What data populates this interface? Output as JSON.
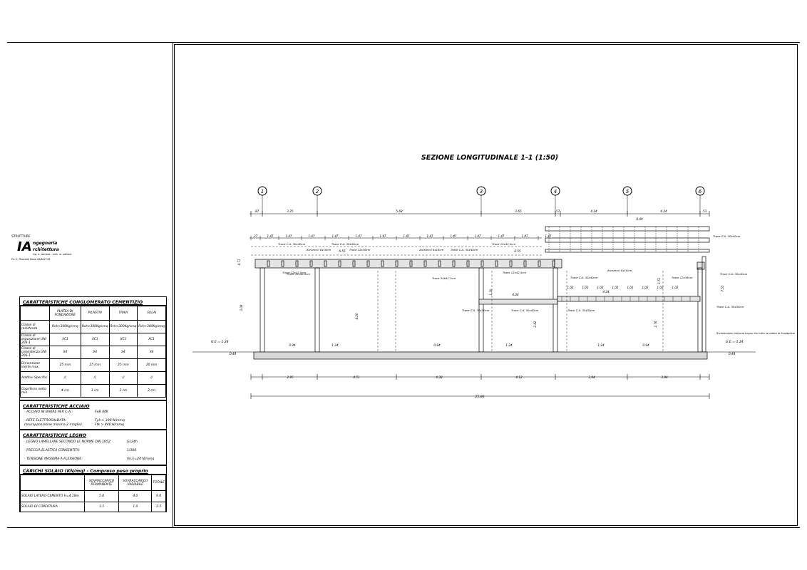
{
  "section_title": "SEZIONE LONGITUDINALE 1-1 (1:50)",
  "logo": {
    "caption": "STRUTTURE",
    "line1": "ngegneria",
    "line2": "rchitettura",
    "subtitle": "ing. e. damaso - arch. m. pellone",
    "address": "Pz. G. Pisacaldi Roma 06/642749"
  },
  "concrete": {
    "title": "CARATTERISTICHE CONGLOMERATO CEMENTIZIO",
    "headers": [
      "",
      "PLATEA DI FONDAZIONE",
      "PILASTRI",
      "TRAVI",
      "SOLAI"
    ],
    "rows": [
      [
        "Classe di resistenza",
        "Rck>300Kg/cmq",
        "Rck>300Kg/cmq",
        "Rck>300Kg/cmq",
        "Rck>300Kg/cmq"
      ],
      [
        "Classe di esposizione UNI 206-1",
        "XC1",
        "XC1",
        "XC1",
        "XC1"
      ],
      [
        "Classe di consistenza UNI 206-1",
        "S4",
        "S4",
        "S4",
        "S4"
      ],
      [
        "Dimensione inerte max",
        "25 mm",
        "25 mm",
        "25 mm",
        "20 mm"
      ],
      [
        "Additivi Specifici",
        "//",
        "//",
        "//",
        "//"
      ],
      [
        "Copriferro netto min.",
        "4 cm",
        "3 cm",
        "3 cm",
        "2 cm"
      ]
    ]
  },
  "steel": {
    "title": "CARATTERISTICHE ACCIAIO",
    "line1_label": "- ACCIAIO IN BARRE PER C.A.:",
    "line1_value": "FeB 44K",
    "line2_label": "- RETE ELETTROSALDATA:",
    "line2_note": "(sovrapposizione minima 2 maglie)",
    "line2_value_a": "Fyk > 390 N/mmq",
    "line2_value_b": "Ftk > 440 N/mmq"
  },
  "wood": {
    "title": "CARATTERISTICHE LEGNO",
    "line1_label": "- LEGNO LAMELLARE SECONDO LE NORME DIN 1052:",
    "line1_value": "GL24h",
    "line2_label": "- FRECCIA ELASTICA CONSENTITA:",
    "line2_value": "1/300",
    "line3_label": "- TENSIONE MASSIMA A FLESSIONE:",
    "line3_value": "fm,k=24 N/mmq"
  },
  "loads": {
    "title": "CARICHI SOLAIO (KN/mq) - Compreso peso proprio",
    "headers": [
      "",
      "SOVRACCARICO PERMANENTE",
      "SOVRACCARICO VARIABILE",
      "TOTALE"
    ],
    "rows": [
      [
        "SOLAIO LATERO-CEMENTO H=4,18m",
        "5.0",
        "4.0",
        "9.0"
      ],
      [
        "SOLAIO DI COPERTURA",
        "1.5",
        "1.0",
        "2.5"
      ]
    ]
  },
  "axes": [
    "1",
    "2",
    "3",
    "4",
    "5",
    "6"
  ],
  "dims_top": [
    ".87",
    "3.25",
    "5.68",
    "3.65",
    ".57",
    "4.24",
    "4.24",
    ".53"
  ],
  "dims_top2": [
    "8.49"
  ],
  "dims_slab": [
    ".37",
    "1.47",
    "1.47",
    "1.47",
    "1.47",
    "1.47",
    "1.47",
    "1.47",
    "1.47",
    "1.47",
    "1.47",
    "1.47",
    "1.47",
    "1.47"
  ],
  "dims_mid": [
    "1.02",
    "1.02",
    "1.02",
    "1.02",
    "1.02",
    "1.02",
    "1.02",
    "1.02"
  ],
  "dims_bottom": [
    "2.95",
    "4.51",
    "4.38",
    "4.12",
    "3.94",
    "3.94"
  ],
  "dims_total": "25.86",
  "spans_label": [
    "0.94",
    "1.24",
    "0.94",
    "1.24",
    "1.24",
    "0.94"
  ],
  "heights": [
    "3.08",
    "4.20",
    "1.10",
    "2.82",
    "7.55",
    "2.76",
    "1.51",
    "4.71"
  ],
  "beam_labels": [
    "Trave C.A. 30x40cm",
    "Arcarecci 8x16cm",
    "Trave C.A. 30x40cm",
    "Trave 12x42,5cm",
    "Trave 12x36cm",
    "Arcarecci 8x16cm",
    "Trave C.A. 30x40cm",
    "Trave 12x42,5cm",
    "Trave 12x42,5cm",
    "Trave 24x82,7cm",
    "Trave 12x42,5cm",
    "Trave C.A. 30x30cm",
    "Trave C.A. 30x40cm",
    "Trave C.A. 30x30cm",
    "Trave C.A. 30x40cm",
    "Arcarecci 8x16cm",
    "Trave 12x36cm",
    "Trave C.A. 30x40cm",
    "Trave C.A. 30x40cm",
    "Trave C.A. 30x30cm"
  ],
  "level_values": [
    "4.04",
    "4.24",
    "6.55",
    "6.55",
    "0.44",
    "0.44"
  ],
  "ground_left": "G.E.=-1.24",
  "ground_right": "G.E.=-1.24",
  "note_right": "Rivestimento Verteria Legno foo tutto la platea di fondazione"
}
